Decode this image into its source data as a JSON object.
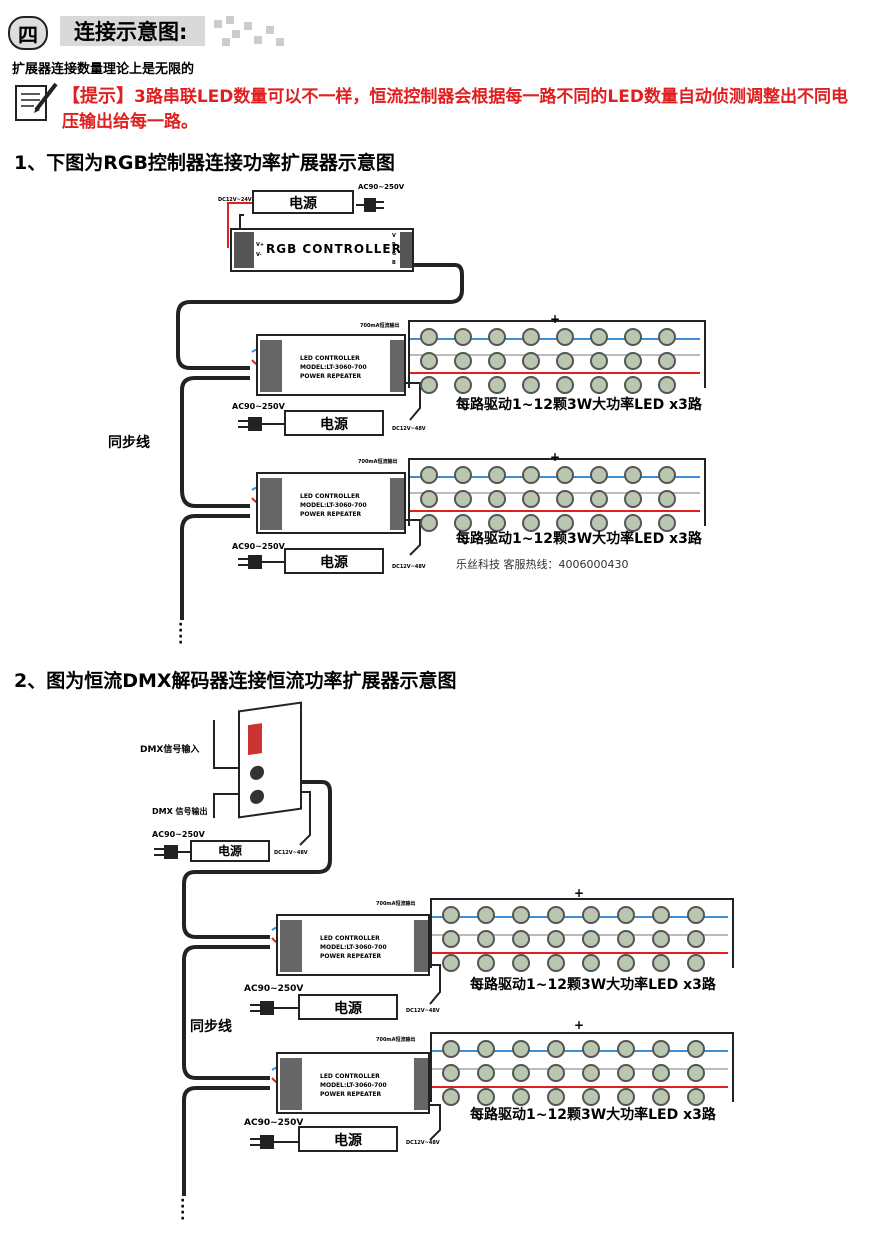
{
  "section": {
    "number": "四",
    "title": "连接示意图:"
  },
  "subtitle": "扩展器连接数量理论上是无限的",
  "hint": {
    "lead": "【提示】",
    "text": "3路串联LED数量可以不一样，恒流控制器会根据每一路不同的LED数量自动侦测调整出不同电压输出给每一路。"
  },
  "diagram1": {
    "title": "1、下图为RGB控制器连接功率扩展器示意图",
    "power_label": "电源",
    "ac_label": "AC90~250V",
    "dc_label_top": "DC12V~24V",
    "controller_label": "RGB CONTROLLER",
    "controller_in_labels": [
      "V+",
      "V-"
    ],
    "controller_out_labels": [
      "V",
      "R",
      "G",
      "B"
    ],
    "repeater_text": [
      "LED CONTROLLER",
      "MODEL:LT-3060-700",
      "POWER REPEATER"
    ],
    "constant_current_label": "700mA恒流输出",
    "drive_label": "每路驱动1~12颗3W大功率LED x3路",
    "ac_label_2": "AC90~250V",
    "dc_label": "DC12V~48V",
    "sync_label": "同步线",
    "hotline": "乐丝科技 客服热线：4006000430",
    "plus": "+"
  },
  "diagram2": {
    "title": "2、图为恒流DMX解码器连接恒流功率扩展器示意图",
    "dmx_in": "DMX信号输入",
    "dmx_out": "DMX 信号输出",
    "power_label": "电源",
    "ac_label": "AC90~250V",
    "dc_label": "DC12V~48V",
    "repeater_text": [
      "LED CONTROLLER",
      "MODEL:LT-3060-700",
      "POWER REPEATER"
    ],
    "constant_current_label": "700mA恒流输出",
    "drive_label": "每路驱动1~12颗3W大功率LED x3路",
    "sync_label": "同步线",
    "plus": "+"
  },
  "colors": {
    "red": "#e02020",
    "blue": "#3a8fd6",
    "wire": "#222222",
    "gray": "#d9d9d9"
  }
}
